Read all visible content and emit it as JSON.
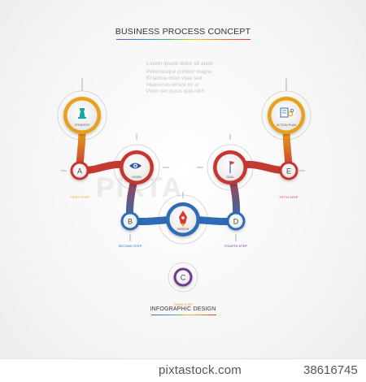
{
  "header": {
    "title": "BUSINESS PROCESS CONCEPT"
  },
  "description": {
    "heading": "Lorem ipsum dolor sit amet",
    "lines": [
      "Pellentesque porttitor magna",
      "Et lacinia dolor vitae sed",
      "Maecenas ornare ex at",
      "Proin nec purus quis nibh"
    ]
  },
  "nodes": {
    "strategy": {
      "label": "STRATEGY",
      "icon": "chess-icon",
      "color": "#e8a11c"
    },
    "action": {
      "label": "ACTION PLAN",
      "icon": "action-plan-icon",
      "color": "#e8a11c"
    },
    "a": {
      "letter": "A",
      "step": "FIRST STEP",
      "color": "#c6352f"
    },
    "b": {
      "letter": "B",
      "step": "SECOND STEP",
      "color": "#2d6db5"
    },
    "c": {
      "letter": "C",
      "step": "THIRD STEP",
      "color": "#6b3a8e"
    },
    "d": {
      "letter": "D",
      "step": "FOURTH STEP",
      "color": "#2d6db5"
    },
    "e": {
      "letter": "E",
      "step": "FIFTH STEP",
      "color": "#c6352f"
    },
    "vision": {
      "label": "VISION",
      "icon": "eye-icon",
      "color": "#c6352f"
    },
    "goal": {
      "label": "GOAL",
      "icon": "flag-icon",
      "color": "#c6352f"
    },
    "mission": {
      "label": "MISSION",
      "icon": "rocket-icon",
      "color": "#2d6db5"
    }
  },
  "footer": {
    "title": "INFOGRAPHIC DESIGN"
  },
  "watermark": {
    "text": "PIXTA"
  },
  "stock": {
    "brand": "pixtastock.com",
    "id": "38616745"
  }
}
